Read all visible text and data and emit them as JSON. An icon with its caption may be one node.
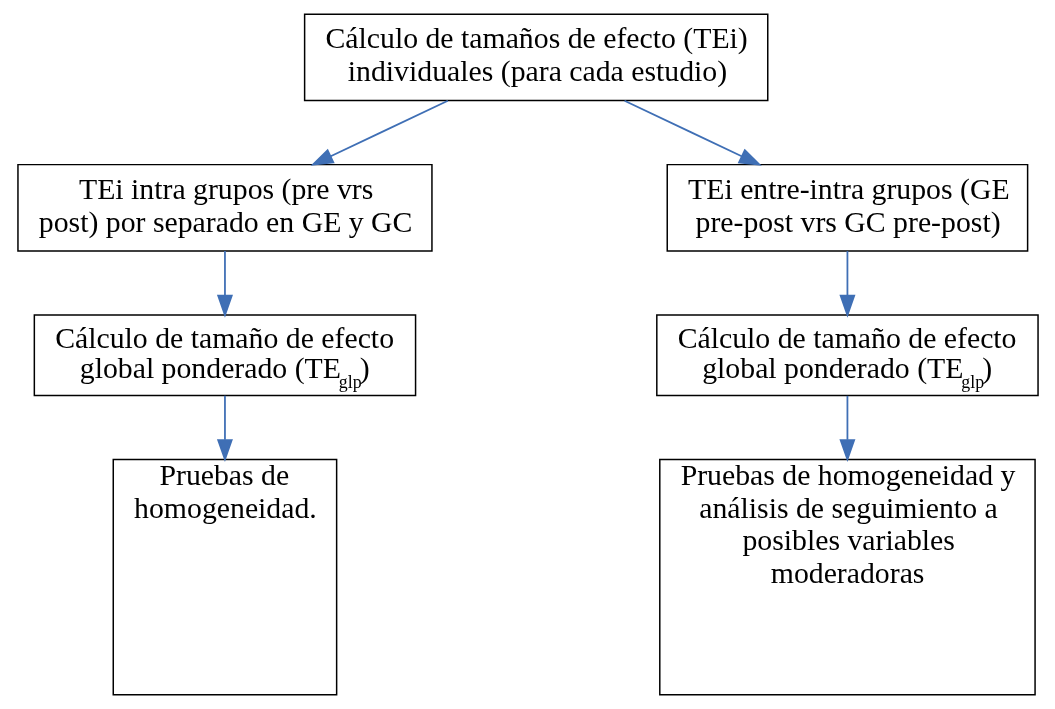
{
  "diagram": {
    "nodes": [
      {
        "text": [
          "Cálculo de tamaños de efecto (TEi) individuales (para cada estudio)"
        ]
      },
      {
        "text": [
          "TEi intra grupos (pre vrs post) por separado en GE y GC"
        ]
      },
      {
        "text": [
          "TEi entre-intra grupos (GE pre-post vrs GC pre-post)"
        ]
      },
      {
        "text": [
          "Cálculo de tamaño de efecto global ponderado (TE$_{glp}$)"
        ]
      },
      {
        "text": [
          "Cálculo de tamaño de efecto global ponderado (TE$_{glp}$)"
        ]
      },
      {
        "text": [
          "Pruebas de homogeneidad."
        ]
      },
      {
        "text": [
          "Pruebas de homogeneidad y análisis de seguimiento a posibles variables moderadoras"
        ]
      }
    ],
    "edges": [
      {
        "from": 0,
        "to": 1,
        "arrow": "to"
      },
      {
        "from": 0,
        "to": 2,
        "arrow": "to"
      },
      {
        "from": 1,
        "to": 3,
        "arrow": "to"
      },
      {
        "from": 2,
        "to": 4,
        "arrow": "to"
      },
      {
        "from": 3,
        "to": 5,
        "arrow": "to"
      },
      {
        "from": 4,
        "to": 6,
        "arrow": "to"
      }
    ]
  }
}
